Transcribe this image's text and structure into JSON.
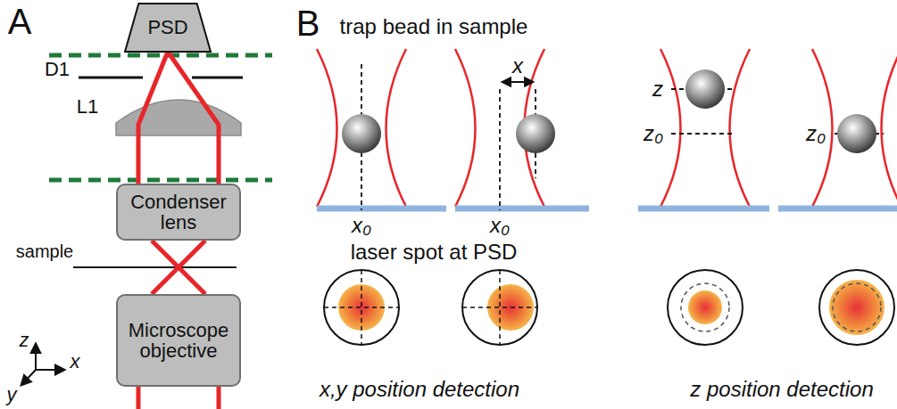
{
  "diagram": {
    "nodes": [
      {
        "text": [
          "PSD"
        ]
      },
      {
        "text": [
          "Condenser lens"
        ]
      },
      {
        "text": [
          "Microscope objective"
        ]
      }
    ],
    "edges": [
      {
        "from": 2,
        "to": 1,
        "arrow": "none"
      },
      {
        "from": 1,
        "to": 0,
        "arrow": "none"
      }
    ],
    "labels": [
      "A",
      "D1",
      "L1",
      "sample",
      "z",
      "x",
      "y",
      "B",
      "trap bead in sample",
      "x₀",
      "x",
      "x₀",
      "z",
      "z₀",
      "z₀",
      "laser spot at PSD",
      "x,y position detection",
      "z position detection"
    ]
  }
}
